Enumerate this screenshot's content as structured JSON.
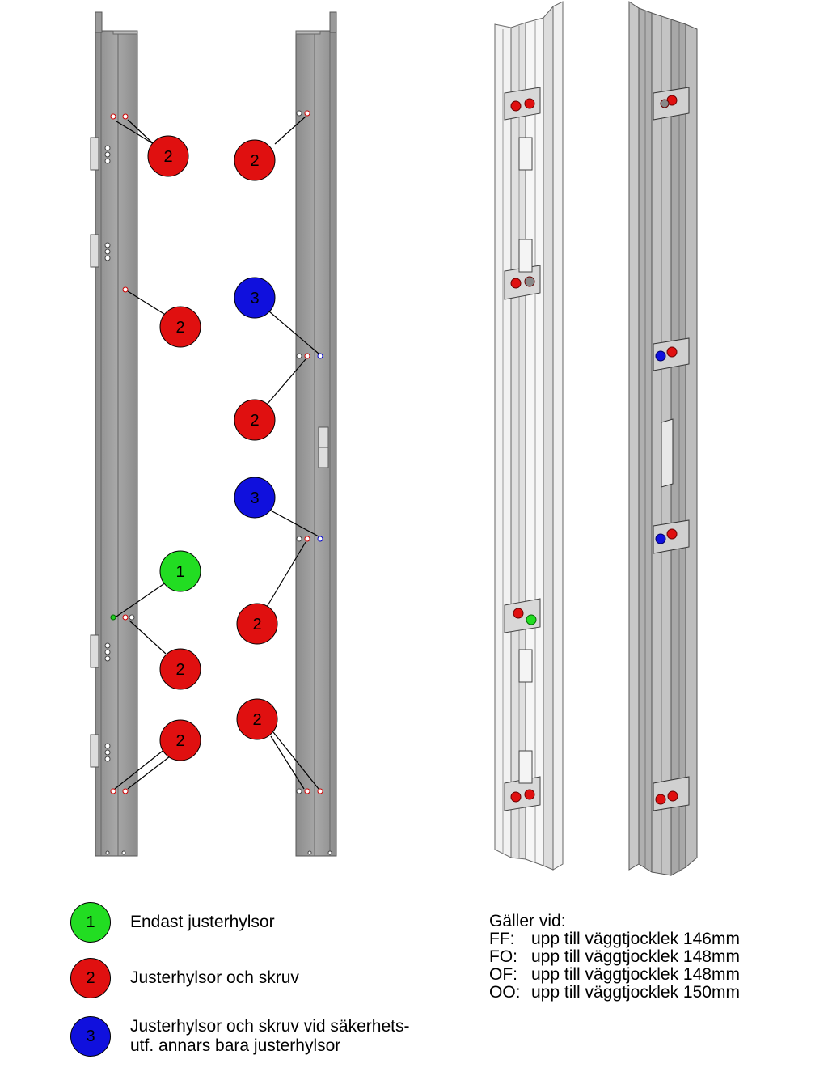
{
  "colors": {
    "green": "#22dd22",
    "red": "#e01010",
    "blue": "#1010dd",
    "profile": "#9a9a9a",
    "profile_light": "#e6e6e6"
  },
  "badges": {
    "one": "1",
    "two": "2",
    "three": "3"
  },
  "legend": {
    "item1": {
      "number": "1",
      "text": "Endast justerhylsor"
    },
    "item2": {
      "number": "2",
      "text": "Justerhylsor och skruv"
    },
    "item3": {
      "number": "3",
      "text_line1": "Justerhylsor och skruv vid säkerhets-",
      "text_line2": "utf. annars bara justerhylsor"
    }
  },
  "applies": {
    "heading": "Gäller vid:",
    "rows": [
      {
        "code": "FF:",
        "text": "upp till väggtjocklek 146mm"
      },
      {
        "code": "FO:",
        "text": "upp till väggtjocklek 148mm"
      },
      {
        "code": "OF:",
        "text": "upp till väggtjocklek 148mm"
      },
      {
        "code": "OO:",
        "text": "upp till väggtjocklek 150mm"
      }
    ]
  }
}
